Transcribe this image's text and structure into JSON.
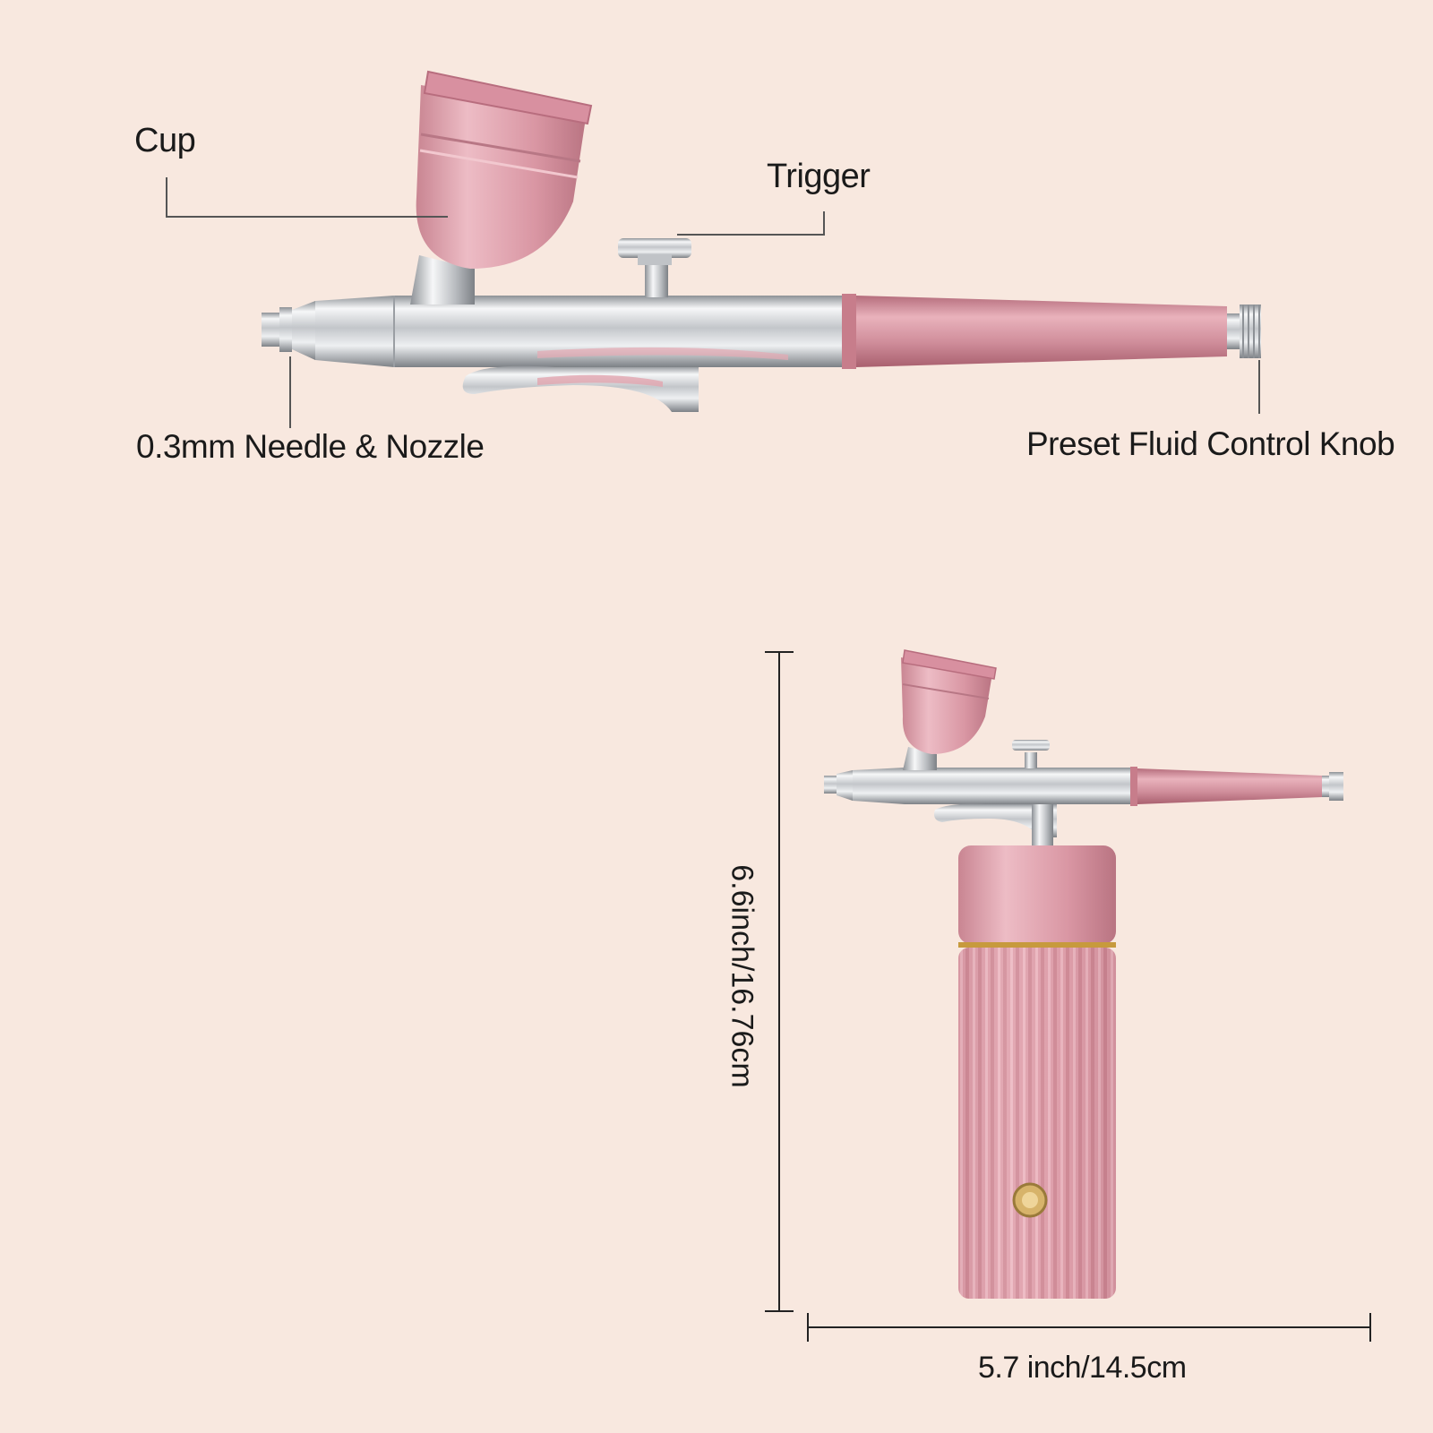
{
  "labels": {
    "cup": "Cup",
    "trigger": "Trigger",
    "needle": "0.3mm Needle & Nozzle",
    "knob": "Preset Fluid Control Knob"
  },
  "dimensions": {
    "height": "6.6inch/16.76cm",
    "width": "5.7 inch/14.5cm"
  },
  "colors": {
    "background": "#f8e8df",
    "pink": "#dc9aa6",
    "chrome": "#cfd2d6",
    "gold": "#c79a3d"
  }
}
